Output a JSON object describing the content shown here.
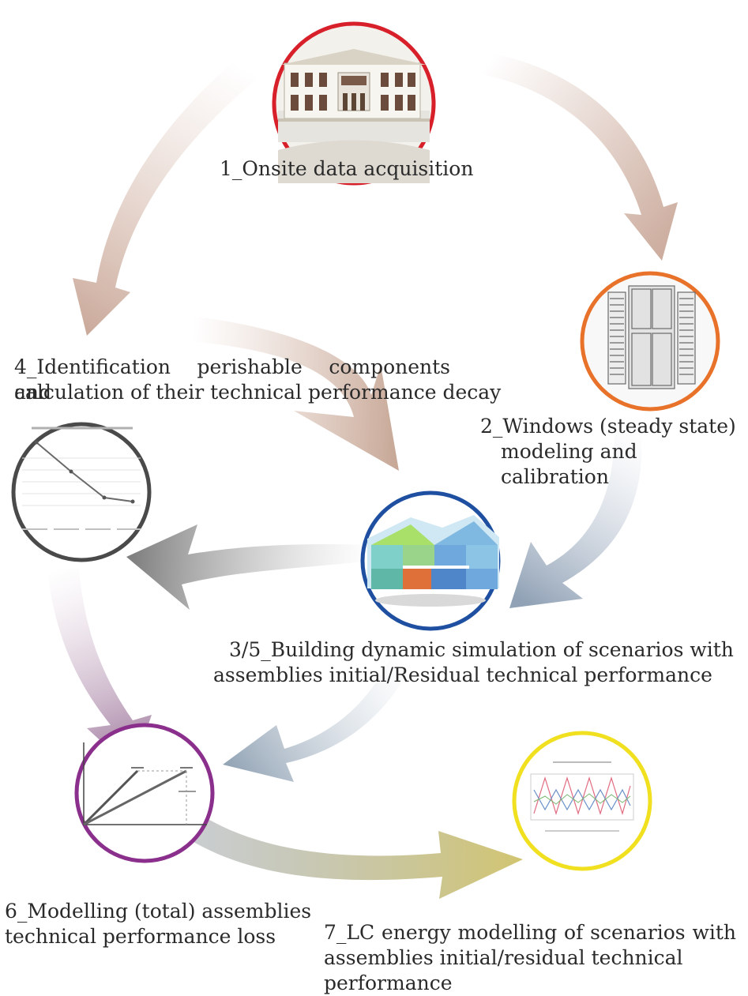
{
  "steps": {
    "s1": "1_Onsite data acquisition",
    "s2_l1": "2_Windows (steady state)",
    "s2_l2": "modeling and calibration",
    "s35_l1": "3/5_Building dynamic simulation of scenarios with",
    "s35_l2": "assemblies initial/Residual technical performance",
    "s4_l1": "4_Identification perishable components and",
    "s4_l2": "calculation of their technical performance decay",
    "s6_l1": "6_Modelling (total) assemblies",
    "s6_l2": "technical performance loss",
    "s7_l1": "7_LC energy modelling of scenarios with",
    "s7_l2": "assemblies initial/residual technical performance"
  },
  "circle_colors": {
    "step1": "#d8202a",
    "step2": "#e8722a",
    "step3": "#1f4fa0",
    "step4": "#4a4a4a",
    "step6": "#8a2f8c",
    "step7": "#f0e020"
  },
  "icons": [
    "building-photo",
    "window-shutter-drawing",
    "building-energy-model",
    "decay-line-chart",
    "performance-loss-graph",
    "energy-time-series-chart"
  ]
}
